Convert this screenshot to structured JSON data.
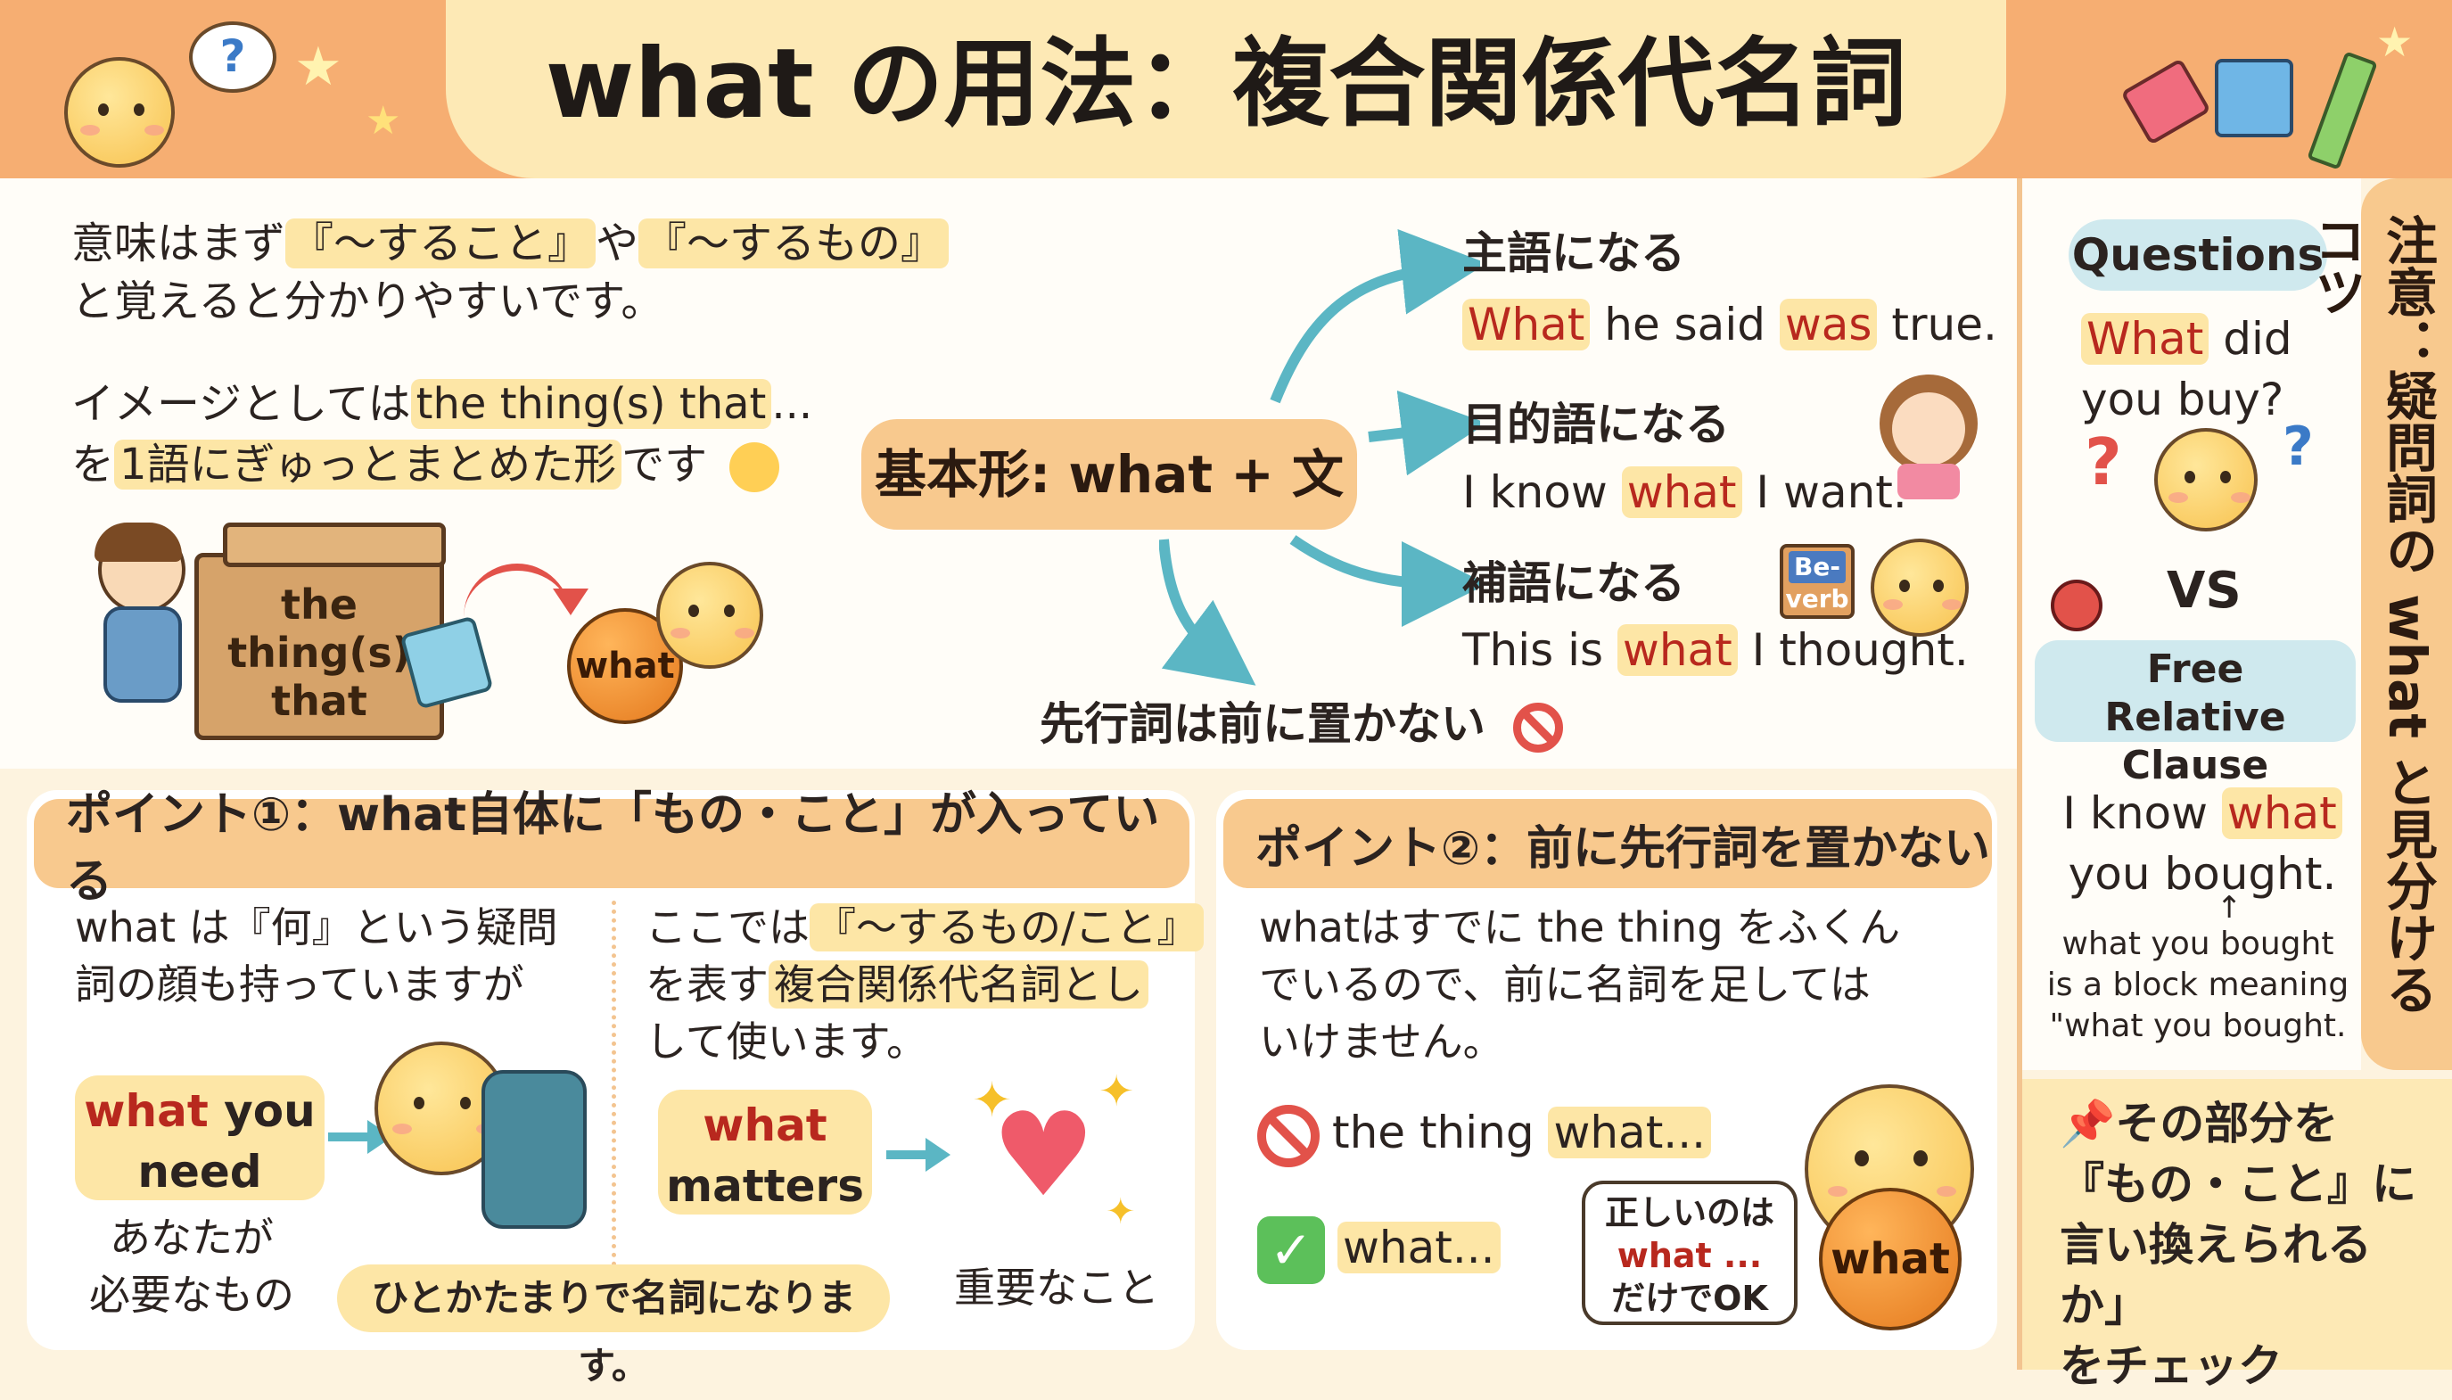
{
  "title": "what の用法：複合関係代名詞",
  "intro": {
    "line1_pre": "意味はまず",
    "line1_hl1": "『〜すること』",
    "line1_mid": "や",
    "line1_hl2": "『〜するもの』",
    "line2": "と覚えると分かりやすいです。",
    "line3_pre": "イメージとしては",
    "line3_hl": "the thing(s) that",
    "line3_post": "...",
    "line4_pre": "を",
    "line4_hl": "1語にぎゅっとまとめた形",
    "line4_post": "です",
    "box_text": "the thing(s) that",
    "ball_text": "what"
  },
  "center": {
    "basic_form": "基本形: what + 文",
    "subject_label": "主語になる",
    "subject_ex": {
      "w1": "What",
      "w2": "he said",
      "w3": "was",
      "w4": "true."
    },
    "object_label": "目的語になる",
    "object_ex": {
      "w1": "I know",
      "w2": "what",
      "w3": "I want."
    },
    "complement_label": "補語になる",
    "complement_ex": {
      "w1": "This is",
      "w2": "what",
      "w3": "I thought."
    },
    "be_verb_badge": {
      "l1": "Be-",
      "l2": "verb"
    },
    "no_antecedent": "先行詞は前に置かない"
  },
  "side": {
    "questions_tag": "Questions",
    "q_ex": {
      "w1": "What",
      "w2": "did",
      "w3": "you buy?"
    },
    "vs": "VS",
    "frc_tag": "Free Relative Clause",
    "frc_ex": {
      "w1": "I know",
      "w2": "what",
      "w3": "you bought."
    },
    "arrow": "↑",
    "note": [
      "what you bought",
      "is a block meaning",
      "\"what you bought."
    ],
    "vertical_title": "注意：疑問詞の what と見分けるコツ",
    "check": [
      "その部分を",
      "『もの・こと』に",
      "言い換えられるか」",
      "をチェック"
    ]
  },
  "point1": {
    "header": "ポイント①：what自体に「もの・こと」が入っている",
    "left_text": [
      "what は『何』という疑問",
      "詞の顔も持っていますが"
    ],
    "right_text_pre1": "ここでは",
    "right_text_hl1": "『〜するもの/こと』",
    "right_text_pre2": "を表す",
    "right_text_hl2": "複合関係代名詞とし",
    "right_text_line3": "して使います。",
    "tag1": {
      "w1": "what",
      "w2": "you",
      "w3": "need"
    },
    "tag1_caption": [
      "あなたが",
      "必要なもの"
    ],
    "tag2": {
      "w1": "what",
      "w2": "matters"
    },
    "tag2_caption": "重要なこと",
    "bottom_tag": "ひとかたまりで名詞になります。"
  },
  "point2": {
    "header": "ポイント②：前に先行詞を置かない",
    "text": [
      "whatはすでに the thing をふくん",
      "でいるので、前に名詞を足しては",
      "いけません。"
    ],
    "wrong": {
      "w1": "the thing",
      "w2": "what..."
    },
    "right": "what...",
    "speech": [
      "正しいのは",
      "what ...",
      "だけでOK"
    ],
    "ball_text": "what"
  },
  "colors": {
    "orange": "#f5a868",
    "peach": "#f8c98e",
    "highlight": "#fde6a6",
    "red": "#b8281e",
    "teal": "#5bb6c4",
    "cream": "#fdf3df"
  }
}
